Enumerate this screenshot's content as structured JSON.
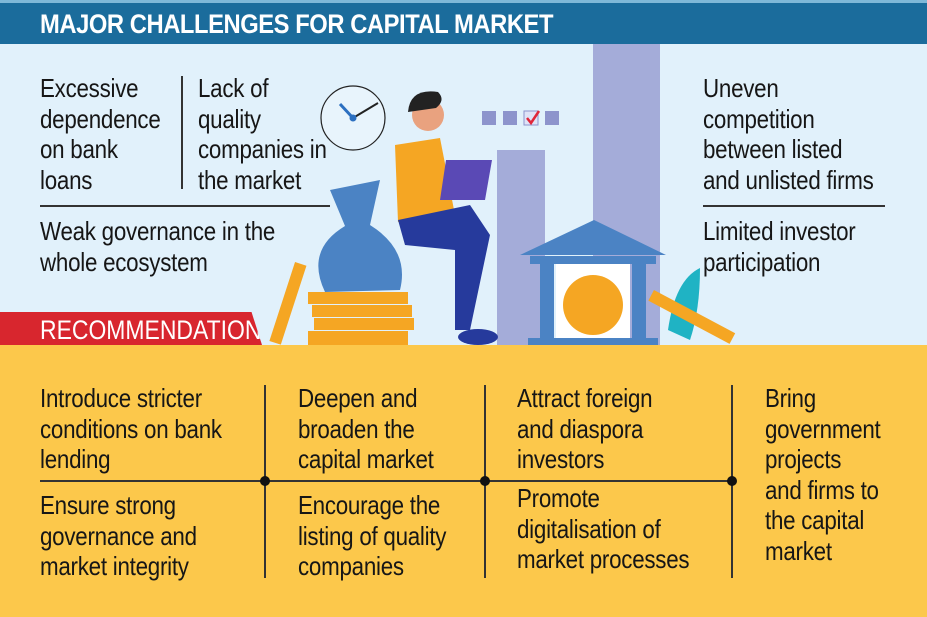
{
  "header": {
    "title": "MAJOR CHALLENGES FOR CAPITAL MARKET"
  },
  "challenges": [
    "Excessive\ndependence\non bank\nloans",
    "Lack of\nquality\ncompanies in\nthe market",
    "Weak governance in the\nwhole ecosystem",
    "Uneven\ncompetition\nbetween listed\nand unlisted firms",
    "Limited investor\nparticipation"
  ],
  "recommendations_title": "RECOMMENDATIONS",
  "recommendations": [
    "Introduce stricter\nconditions on bank\nlending",
    "Deepen and\nbroaden the\ncapital market",
    "Attract foreign\nand diaspora\ninvestors",
    "Bring\ngovernment\nprojects\nand firms to\nthe capital\nmarket",
    "Ensure strong\ngovernance and\nmarket integrity",
    "Encourage the\nlisting of quality\ncompanies",
    "Promote\ndigitalisation of\nmarket processes"
  ],
  "colors": {
    "header": "#1b6c9c",
    "top_bg": "#e1f1fb",
    "bottom_bg": "#fcc84b",
    "banner": "#d8262e"
  }
}
